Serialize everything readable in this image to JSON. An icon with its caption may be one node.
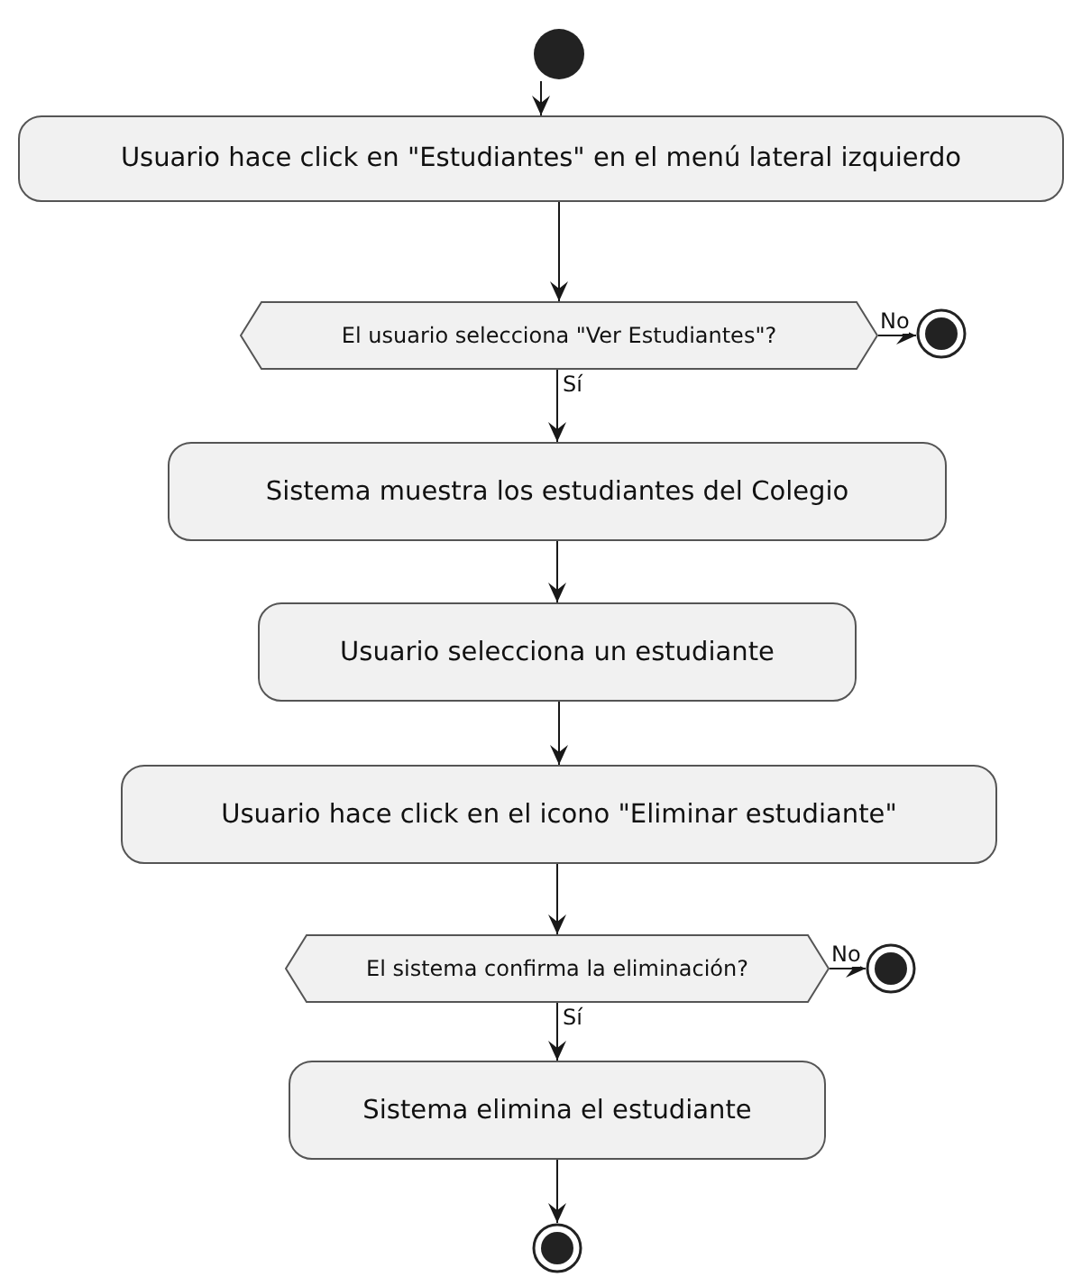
{
  "diagram": {
    "nodes": [
      {
        "text": [],
        "shape": "circle"
      },
      {
        "text": [
          "Usuario hace click en \"Estudiantes\" en el menú lateral izquierdo"
        ]
      },
      {
        "text": [
          "El usuario selecciona \"Ver Estudiantes\"?"
        ]
      },
      {
        "text": [],
        "shape": "bullseye"
      },
      {
        "text": [
          "Sistema muestra los estudiantes del Colegio"
        ]
      },
      {
        "text": [
          "Usuario selecciona un estudiante"
        ]
      },
      {
        "text": [
          "Usuario hace click en el icono \"Eliminar estudiante\""
        ]
      },
      {
        "text": [
          "El sistema confirma la eliminación?"
        ]
      },
      {
        "text": [],
        "shape": "bullseye"
      },
      {
        "text": [
          "Sistema elimina el estudiante"
        ]
      },
      {
        "text": [],
        "shape": "bullseye"
      }
    ],
    "edges": [
      {
        "from": 0,
        "to": 1,
        "arrow": "to"
      },
      {
        "from": 1,
        "to": 2,
        "arrow": "to"
      },
      {
        "from": 2,
        "to": 3,
        "arrow": "to",
        "label": "No"
      },
      {
        "from": 2,
        "to": 4,
        "arrow": "to",
        "label": "Sí"
      },
      {
        "from": 4,
        "to": 5,
        "arrow": "to"
      },
      {
        "from": 5,
        "to": 6,
        "arrow": "to"
      },
      {
        "from": 6,
        "to": 7,
        "arrow": "to"
      },
      {
        "from": 7,
        "to": 8,
        "arrow": "to",
        "label": "No"
      },
      {
        "from": 7,
        "to": 9,
        "arrow": "to",
        "label": "Sí"
      },
      {
        "from": 9,
        "to": 10,
        "arrow": "to"
      }
    ]
  }
}
